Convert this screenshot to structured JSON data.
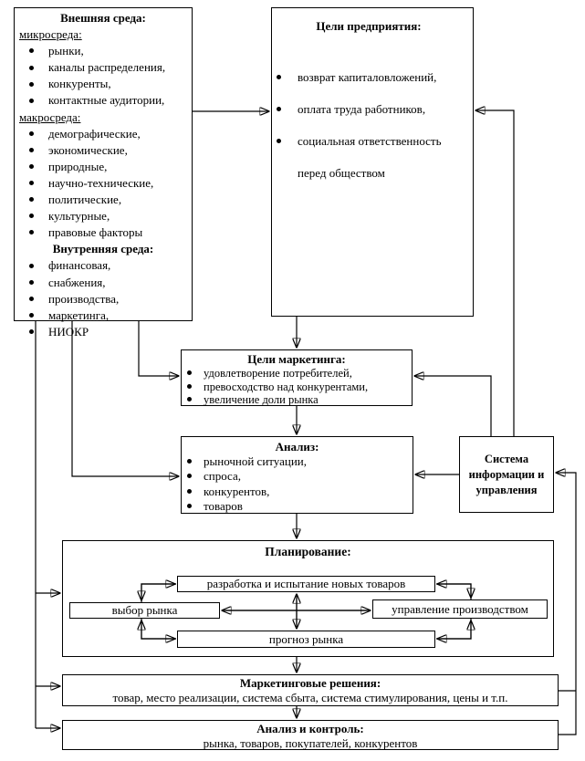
{
  "external_env": {
    "title": "Внешняя среда:",
    "micro_label": "микросреда:",
    "micro_items": [
      "рынки,",
      "каналы распределения,",
      "конкуренты,",
      "контактные аудитории,"
    ],
    "macro_label": "макросреда:",
    "macro_items": [
      "демографические,",
      "экономические,",
      "природные,",
      "научно-технические,",
      "политические,",
      "культурные,",
      "правовые факторы"
    ],
    "internal_title": "Внутренняя среда:",
    "internal_items": [
      "финансовая,",
      "снабжения,",
      "производства,",
      "маркетинга,",
      "НИОКР"
    ]
  },
  "enterprise_goals": {
    "title": "Цели предприятия:",
    "items": [
      "возврат капиталовложений,",
      "оплата труда работников,",
      "социальная ответственность перед обществом"
    ]
  },
  "marketing_goals": {
    "title": "Цели маркетинга:",
    "items": [
      "удовлетворение потребителей,",
      "превосходство над конкурентами,",
      "увеличение доли рынка"
    ]
  },
  "analysis": {
    "title": "Анализ:",
    "items": [
      "рыночной ситуации,",
      "спроса,",
      "конкурентов,",
      "товаров"
    ]
  },
  "info_system": {
    "title": "Система информации и управления"
  },
  "planning": {
    "title": "Планирование:",
    "new_products": "разработка и испытание новых товаров",
    "market_choice": "выбор рынка",
    "production_mgmt": "управление производством",
    "market_forecast": "прогноз рынка"
  },
  "marketing_decisions": {
    "title": "Маркетинговые решения:",
    "subtitle": "товар, место реализации, система сбыта,  система стимулирования, цены и т.п."
  },
  "analysis_control": {
    "title": "Анализ и контроль:",
    "subtitle": "рынка, товаров, покупателей, конкурентов"
  }
}
